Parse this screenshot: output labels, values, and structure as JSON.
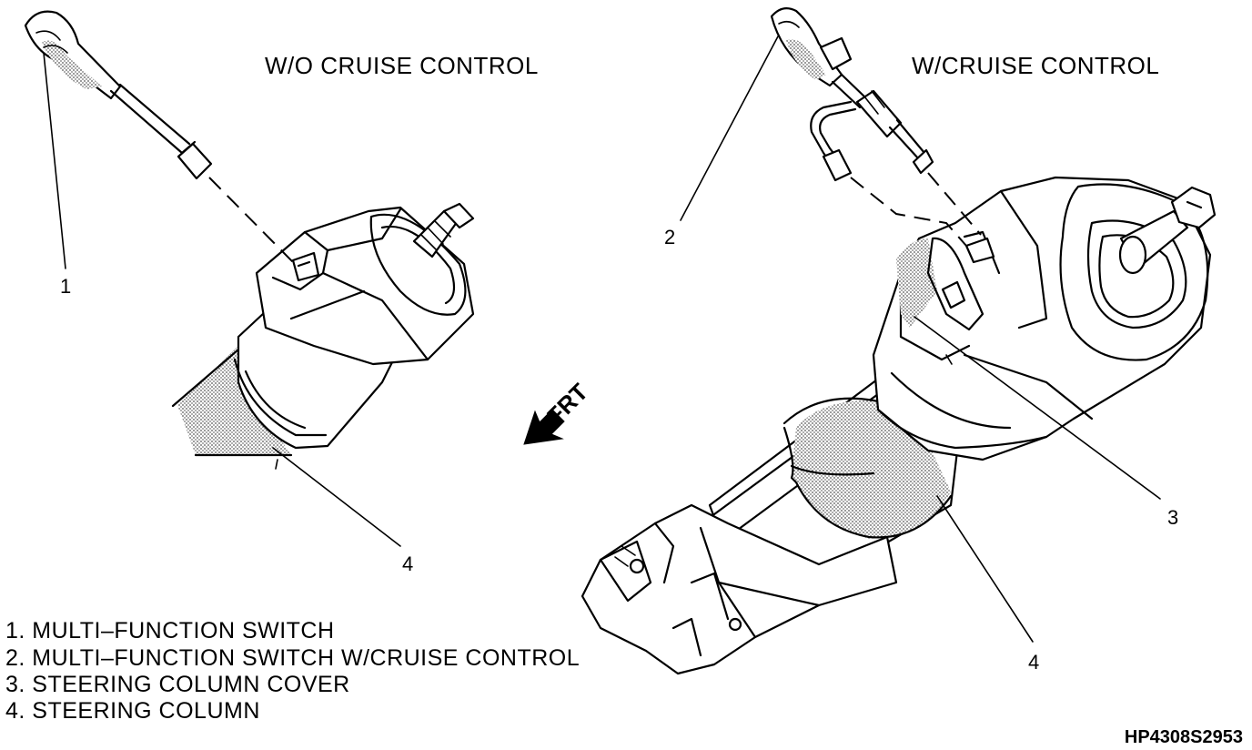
{
  "headings": {
    "without_cruise": "W/O CRUISE CONTROL",
    "with_cruise": "W/CRUISE CONTROL"
  },
  "callouts": {
    "left_switch": "1",
    "left_column": "4",
    "right_switch": "2",
    "right_cover": "3",
    "right_column": "4"
  },
  "direction_indicator": "FRT",
  "legend": [
    "1. MULTI–FUNCTION SWITCH",
    "2. MULTI–FUNCTION SWITCH W/CRUISE CONTROL",
    "3. STEERING COLUMN COVER",
    "4. STEERING COLUMN"
  ],
  "reference_code": "HP4308S2953",
  "icons": {
    "direction": "arrow-down-left-icon"
  }
}
